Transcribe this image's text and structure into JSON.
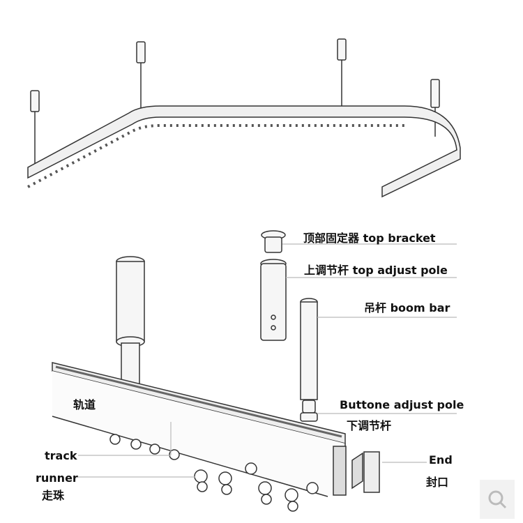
{
  "labels": {
    "top_bracket": "顶部固定器 top bracket",
    "top_adjust_pole": "上调节杆  top adjust pole",
    "boom_bar": "吊杆  boom bar",
    "bottom_adjust_pole": "Buttone adjust pole",
    "bottom_adjust_pole_cn": "下调节杆",
    "track_cn": "轨道",
    "track": "track",
    "runner": "runner",
    "runner_cn": "走珠",
    "end": "End",
    "end_cn": "封口"
  },
  "icons": {
    "zoom": "magnifier-icon"
  },
  "colors": {
    "line": "#333333",
    "leader": "#bbbbbb",
    "fill": "#f4f4f4"
  }
}
